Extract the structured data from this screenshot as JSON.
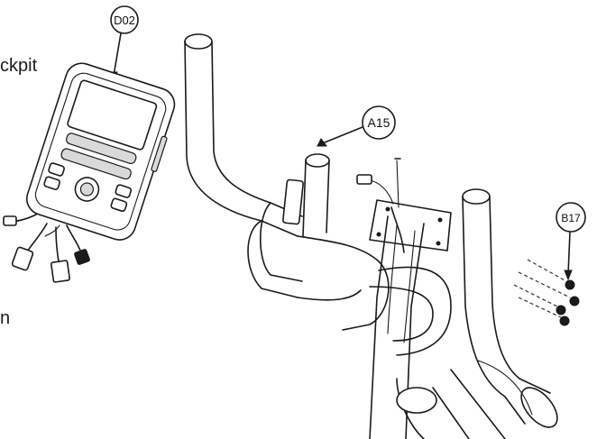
{
  "callouts": {
    "console": "D02",
    "post": "A15",
    "screws": "B17"
  },
  "edge_labels": {
    "left_top": "ckpit",
    "left_mid": "n"
  },
  "colors": {
    "line": "#1a1a1a",
    "background": "#ffffff",
    "shading": "#d9d9d9"
  }
}
